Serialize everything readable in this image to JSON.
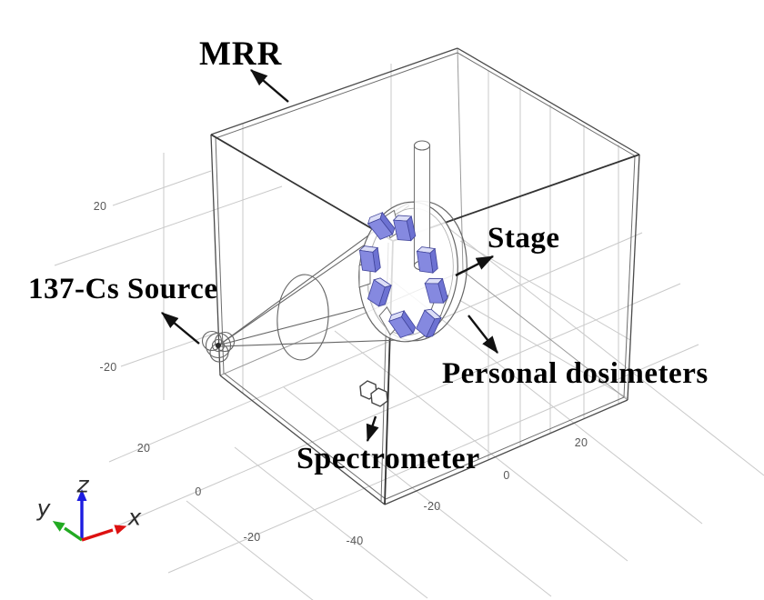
{
  "annotations": {
    "mrr": "MRR",
    "source": "137-Cs Source",
    "stage": "Stage",
    "dosimeters": "Personal dosimeters",
    "spectrometer": "Spectrometer"
  },
  "ticks": [
    {
      "axis": "z",
      "value": "20"
    },
    {
      "axis": "z",
      "value": "-20"
    },
    {
      "axis": "y",
      "value": "20"
    },
    {
      "axis": "y",
      "value": "0"
    },
    {
      "axis": "y",
      "value": "-20"
    },
    {
      "axis": "x",
      "value": "-40"
    },
    {
      "axis": "x",
      "value": "-20"
    },
    {
      "axis": "x",
      "value": "0"
    },
    {
      "axis": "x",
      "value": "20"
    }
  ],
  "triad": {
    "x": {
      "label": "x",
      "color": "#dd1111"
    },
    "y": {
      "label": "y",
      "color": "#22aa22"
    },
    "z": {
      "label": "z",
      "color": "#1c1ce0"
    }
  },
  "palette": {
    "background": "#ffffff",
    "wireframe": "#4a4a4a",
    "grid": "#c9c9c9",
    "annotation_text": "#000000",
    "tick_text": "#595959",
    "dosimeter_fill": "#8589e0",
    "dosimeter_side": "#6d72d2",
    "dosimeter_top": "#dcdef7",
    "dosimeter_edge": "#41459b"
  }
}
